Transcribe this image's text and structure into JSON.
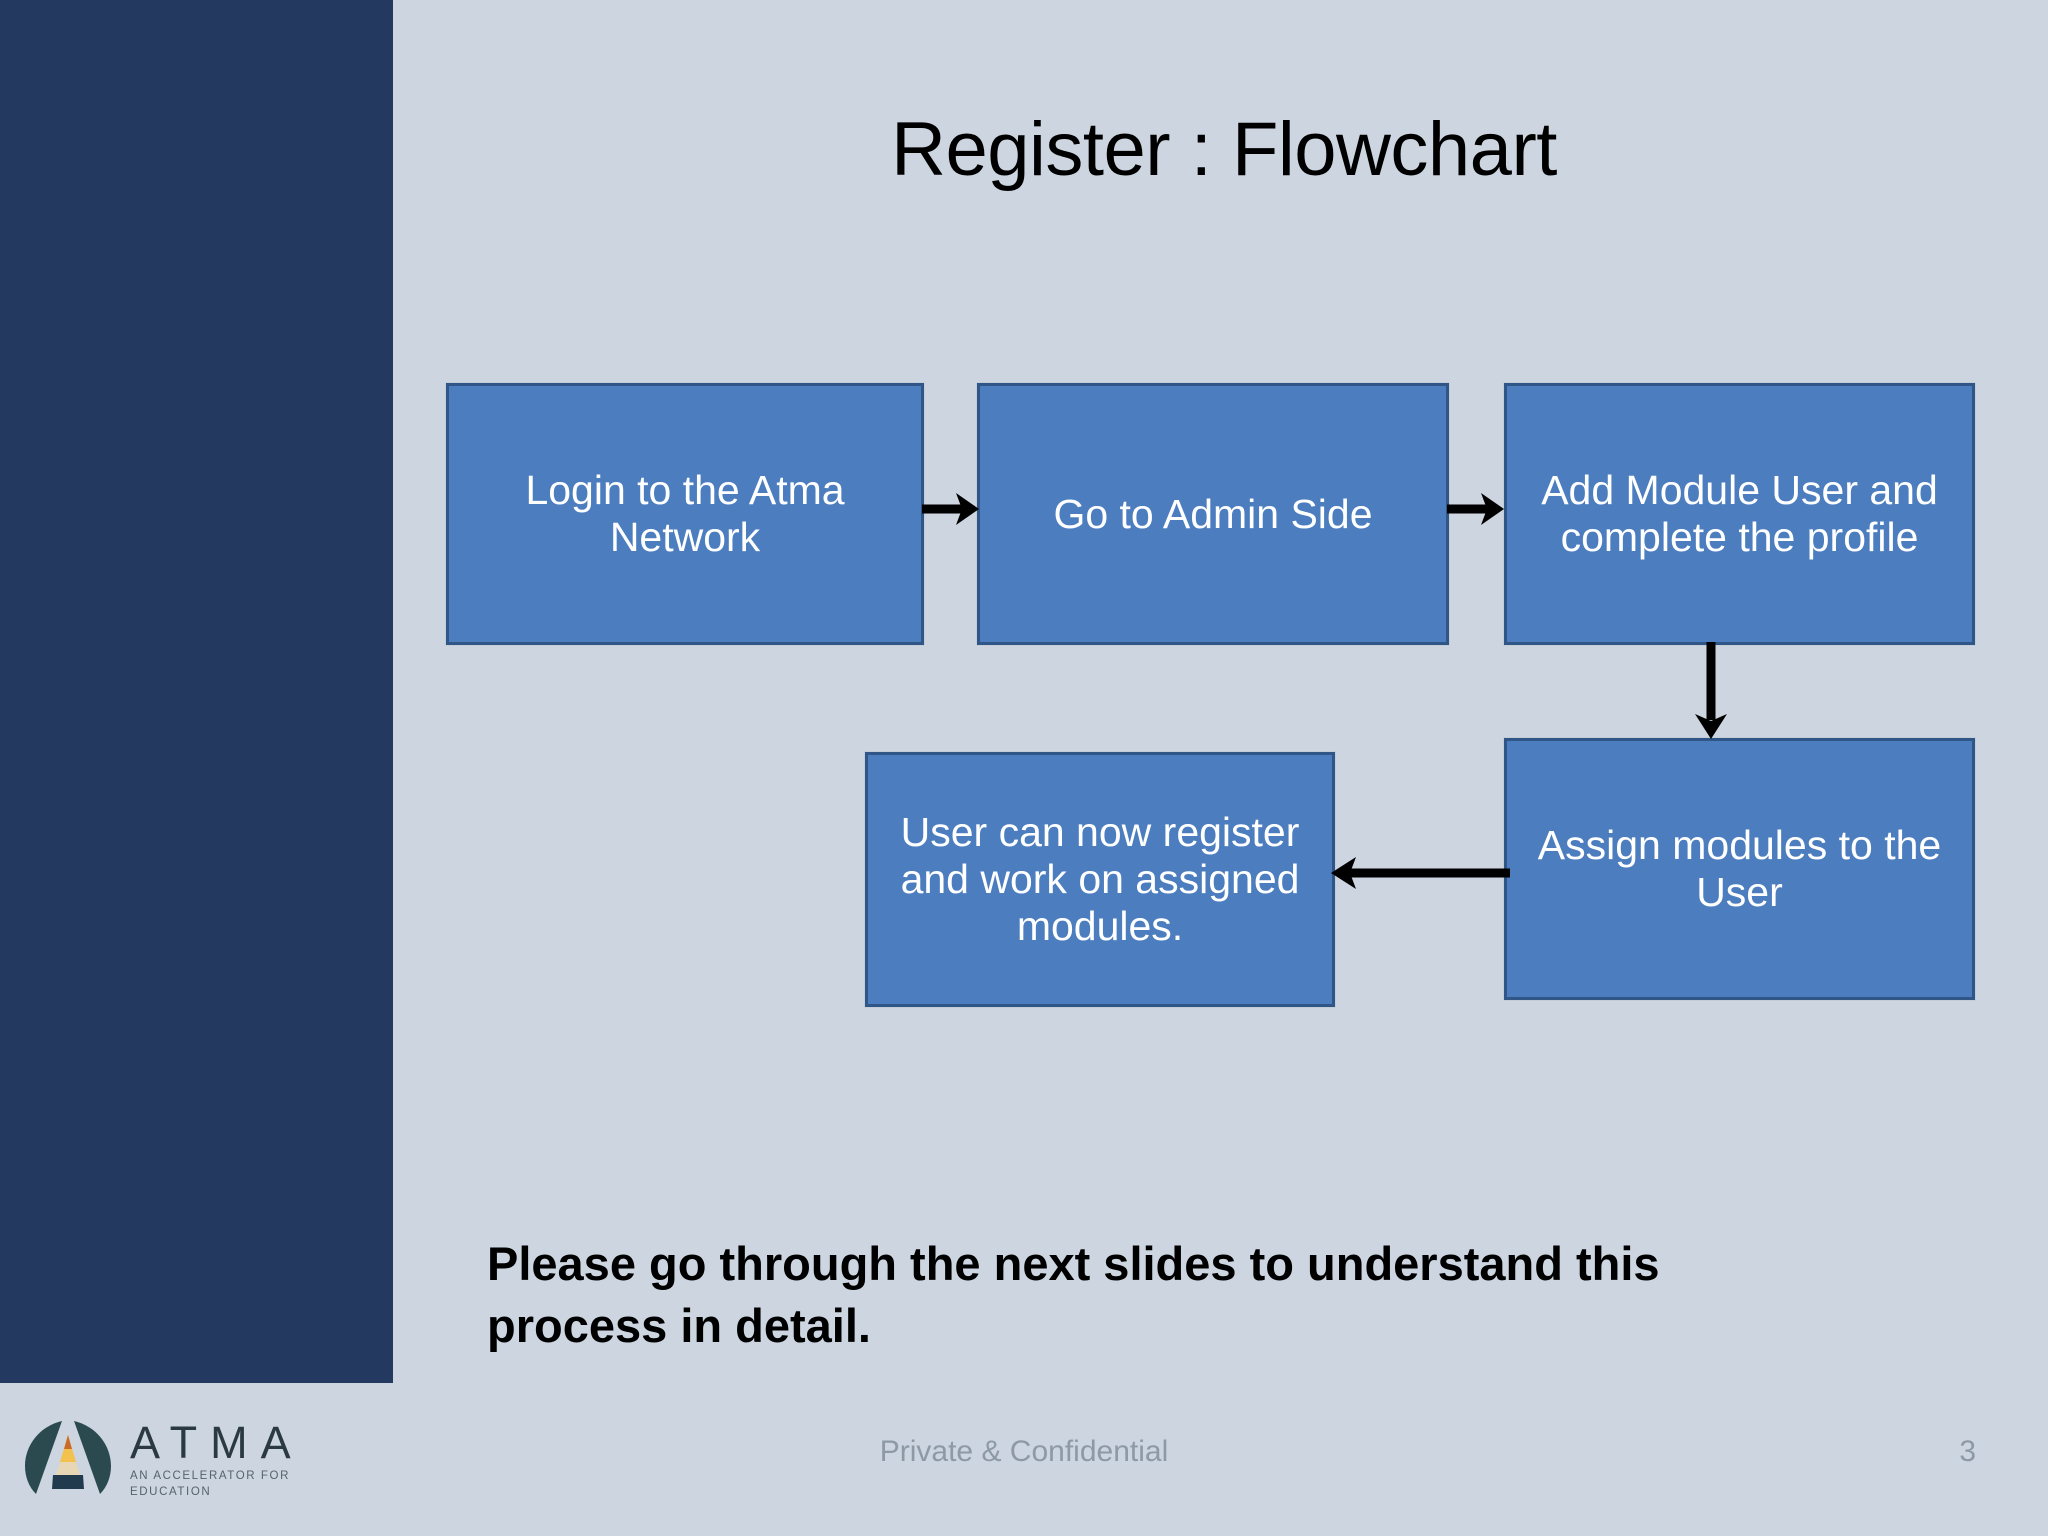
{
  "slide": {
    "title": "Register : Flowchart",
    "page_number": "3",
    "background_color": "#ccd5e0",
    "sidebar_color": "#23395f"
  },
  "flowchart": {
    "box_fill": "#4b7dbf",
    "box_border": "#2f5687",
    "box_text_color": "#ffffff",
    "arrow_color": "#000000",
    "boxes": [
      {
        "id": "login",
        "label": "Login to the Atma Network"
      },
      {
        "id": "admin",
        "label": "Go to Admin Side"
      },
      {
        "id": "addmodule",
        "label": "Add Module User and complete the profile"
      },
      {
        "id": "assign",
        "label": "Assign modules to the User"
      },
      {
        "id": "userwork",
        "label": "User can now register and work on assigned modules."
      }
    ],
    "arrows": [
      {
        "id": "login-to-admin",
        "direction": "right",
        "from": "login",
        "to": "admin"
      },
      {
        "id": "admin-to-add",
        "direction": "right",
        "from": "admin",
        "to": "addmodule"
      },
      {
        "id": "add-to-assign",
        "direction": "down",
        "from": "addmodule",
        "to": "assign"
      },
      {
        "id": "assign-to-user",
        "direction": "left",
        "from": "assign",
        "to": "userwork"
      }
    ]
  },
  "callout": {
    "text": "Please go through the next slides to understand this process in detail."
  },
  "footer": {
    "logo_name": "ATMA",
    "logo_tagline": "AN ACCELERATOR FOR EDUCATION",
    "confidential": "Private & Confidential",
    "page_number": "3"
  }
}
